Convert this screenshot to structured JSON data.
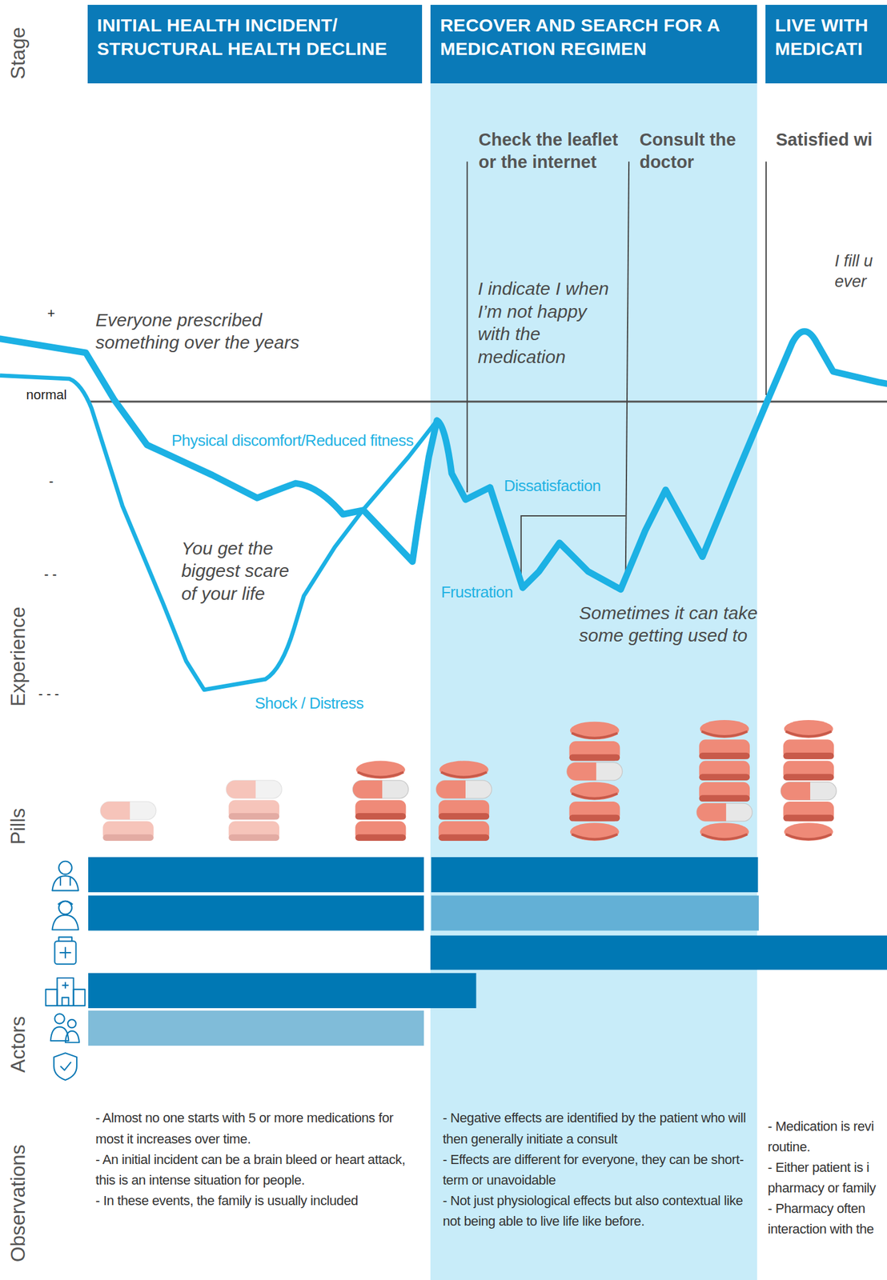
{
  "diagram": {
    "nodes": [
      {
        "text": [
          "INITIAL HEALTH INCIDENT/ STRUCTURAL HEALTH DECLINE"
        ]
      },
      {
        "text": [
          "RECOVER AND SEARCH FOR A MEDICATION REGIMEN"
        ]
      },
      {
        "text": [
          "LIVE WITH MEDICATI"
        ]
      }
    ],
    "edges": [],
    "labels": [
      "Stage",
      "Experience",
      "Pills",
      "Actors",
      "Observations",
      "+",
      "normal",
      "-",
      "- -",
      "- - -",
      "Check the leaflet or the internet",
      "Consult the doctor",
      "Satisfied wi",
      "I fill u ever",
      "Everyone prescribed something over the years",
      "Physical discomfort/Reduced fitness",
      "You get the biggest scare of your life",
      "Shock / Distress",
      "I indicate I when I’m not happy with the medication",
      "Dissatisfaction",
      "Frustration",
      "Sometimes it can take some getting used to",
      "- Almost no one starts with 5 or more medications for most it increases over time.",
      "- An initial incident can be a brain bleed or heart attack, this is an intense situation for people.",
      "- In these events, the family is usually included",
      "- Negative effects are identified by the patient who will then generally initiate a consult",
      "- Effects are different for everyone, they can be short-term or unavoidable",
      "- Not just physiological effects but also contextual like not being able to live life like before.",
      "- Medication is revi routine.",
      "- Either patient is i pharmacy or family",
      "- Pharmacy often interaction with the"
    ]
  }
}
